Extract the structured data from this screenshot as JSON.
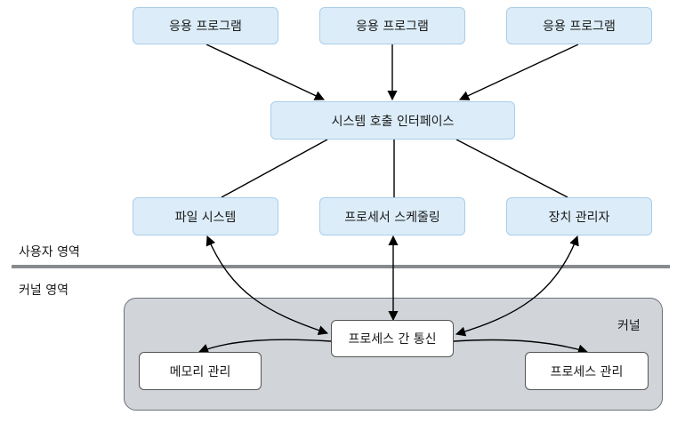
{
  "apps": [
    "응용 프로그램",
    "응용 프로그램",
    "응용 프로그램"
  ],
  "syscall": "시스템 호출 인터페이스",
  "services": [
    "파일 시스템",
    "프로세서 스케줄링",
    "장치 관리자"
  ],
  "user_area_label": "사용자 영역",
  "kernel_area_label": "커널 영역",
  "kernel_label": "커널",
  "ipc": "프로세스 간 통신",
  "memory_mgmt": "메모리 관리",
  "process_mgmt": "프로세스 관리",
  "colors": {
    "box_fill": "#dcedf9",
    "box_border": "#a9cde9",
    "kernel_fill": "#d1d4d9",
    "divider": "#888a8f"
  }
}
